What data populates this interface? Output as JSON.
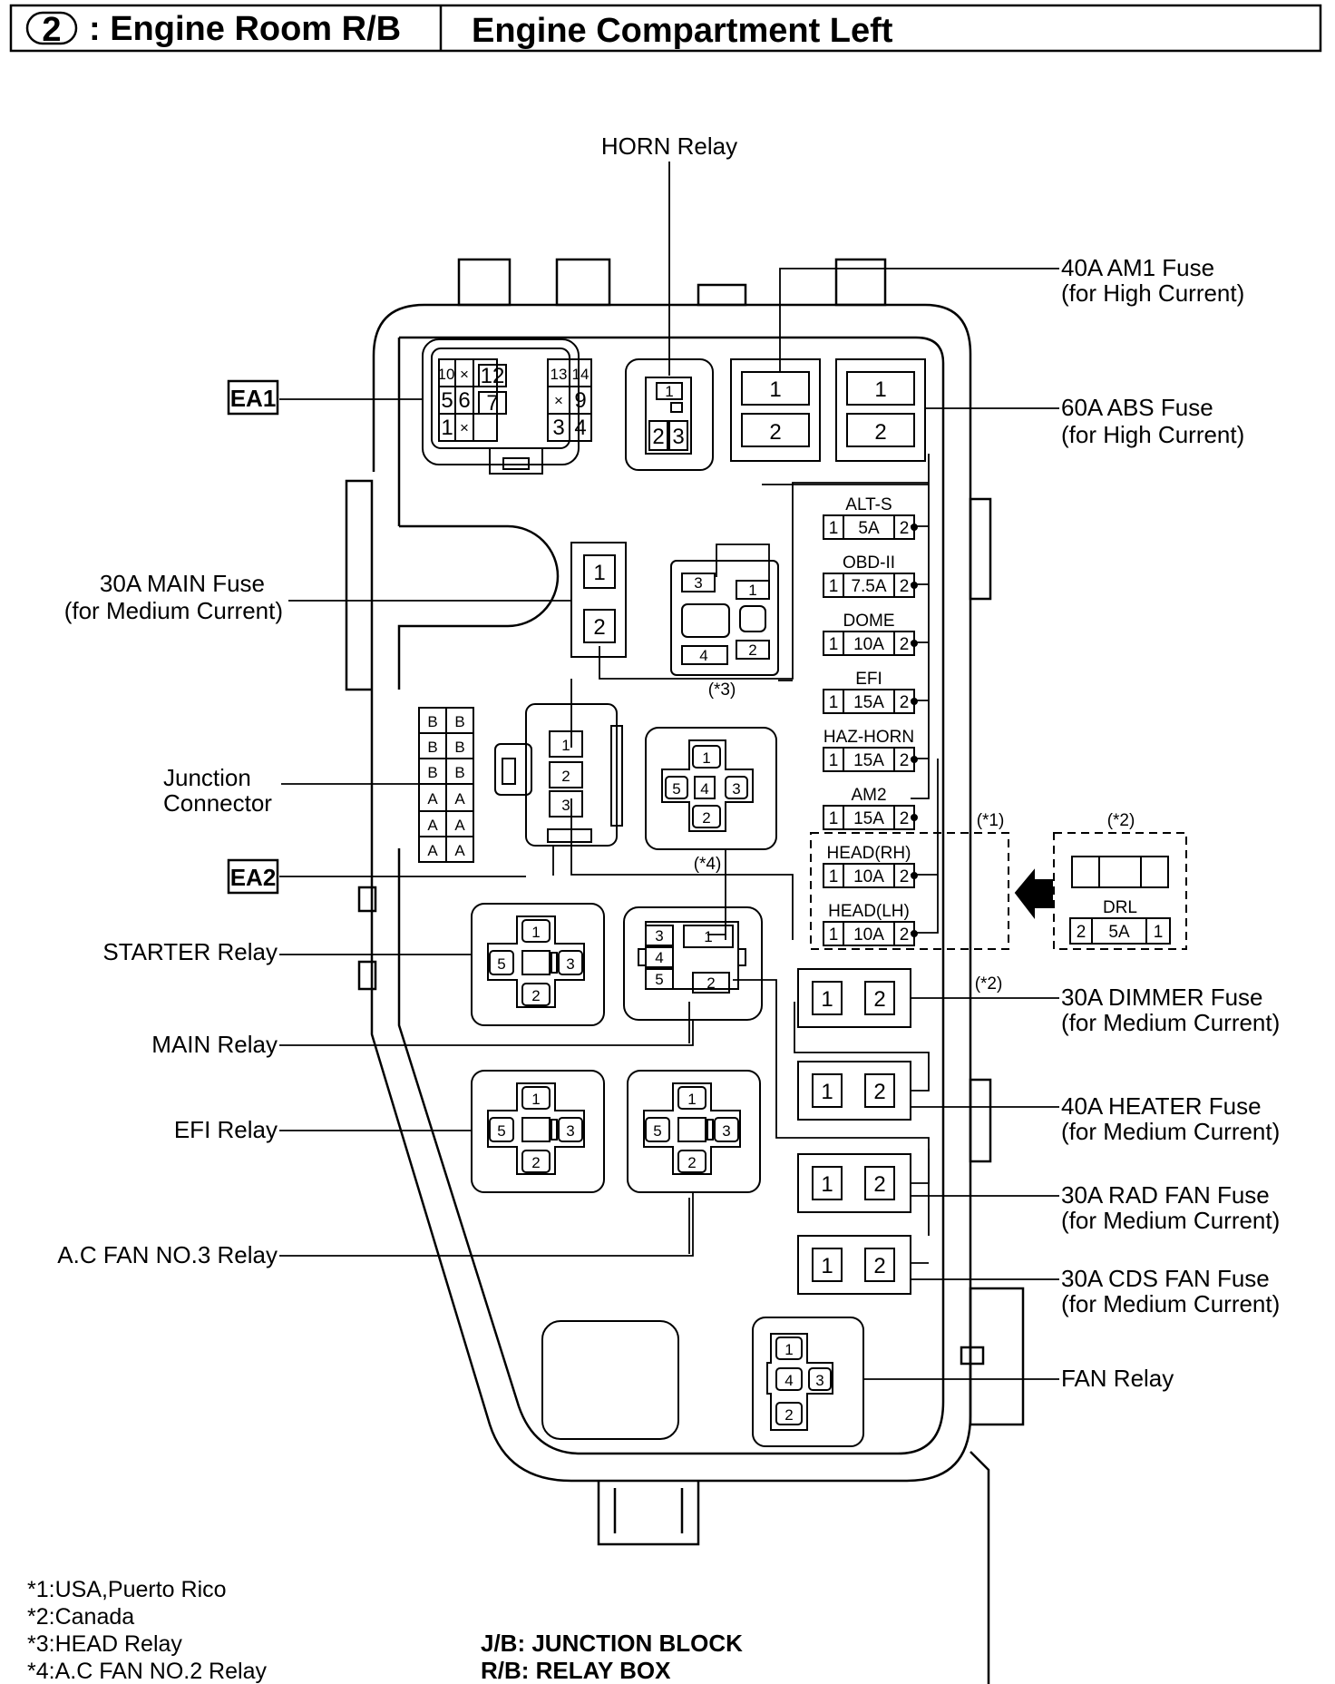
{
  "header": {
    "badge": "2",
    "left_title": ": Engine Room R/B",
    "right_title": "Engine Compartment Left"
  },
  "connectors": {
    "ea1": "EA1",
    "ea2": "EA2"
  },
  "callouts": {
    "horn_relay": "HORN Relay",
    "am1_fuse": "40A AM1 Fuse",
    "am1_sub": "(for High Current)",
    "abs_fuse": "60A ABS Fuse",
    "abs_sub": "(for High Current)",
    "main_fuse": "30A MAIN Fuse",
    "main_sub": "(for Medium Current)",
    "junction_1": "Junction",
    "junction_2": "Connector",
    "starter_relay": "STARTER Relay",
    "main_relay": "MAIN Relay",
    "efi_relay": "EFI Relay",
    "acfan3_relay": "A.C FAN NO.3 Relay",
    "dimmer_fuse": "30A DIMMER Fuse",
    "dimmer_sub": "(for Medium Current)",
    "heater_fuse": "40A HEATER Fuse",
    "heater_sub": "(for Medium Current)",
    "radfan_fuse": "30A RAD FAN Fuse",
    "radfan_sub": "(for Medium Current)",
    "cdsfan_fuse": "30A CDS FAN Fuse",
    "cdsfan_sub": "(for Medium Current)",
    "fan_relay": "FAN Relay"
  },
  "markers": {
    "m1": "(*1)",
    "m2a": "(*2)",
    "m2b": "(*2)",
    "m3": "(*3)",
    "m4": "(*4)"
  },
  "fuses": [
    {
      "name": "ALT-S",
      "amp": "5A"
    },
    {
      "name": "OBD-II",
      "amp": "7.5A"
    },
    {
      "name": "DOME",
      "amp": "10A"
    },
    {
      "name": "EFI",
      "amp": "15A"
    },
    {
      "name": "HAZ-HORN",
      "amp": "15A"
    },
    {
      "name": "AM2",
      "amp": "15A"
    },
    {
      "name": "HEAD(RH)",
      "amp": "10A"
    },
    {
      "name": "HEAD(LH)",
      "amp": "10A"
    }
  ],
  "drl": {
    "name": "DRL",
    "amp": "5A"
  },
  "pins": {
    "p1": "1",
    "p2": "2",
    "p3": "3",
    "p4": "4",
    "p5": "5",
    "p6": "6",
    "p7": "7",
    "p9": "9",
    "p10": "10",
    "p12": "12",
    "p13": "13",
    "p14": "14",
    "x": "×",
    "a": "A",
    "b": "B"
  },
  "notes": [
    "*1:USA,Puerto Rico",
    "*2:Canada",
    "*3:HEAD Relay",
    "*4:A.C FAN NO.2 Relay"
  ],
  "legend": [
    "J/B: JUNCTION BLOCK",
    "R/B: RELAY BOX"
  ]
}
